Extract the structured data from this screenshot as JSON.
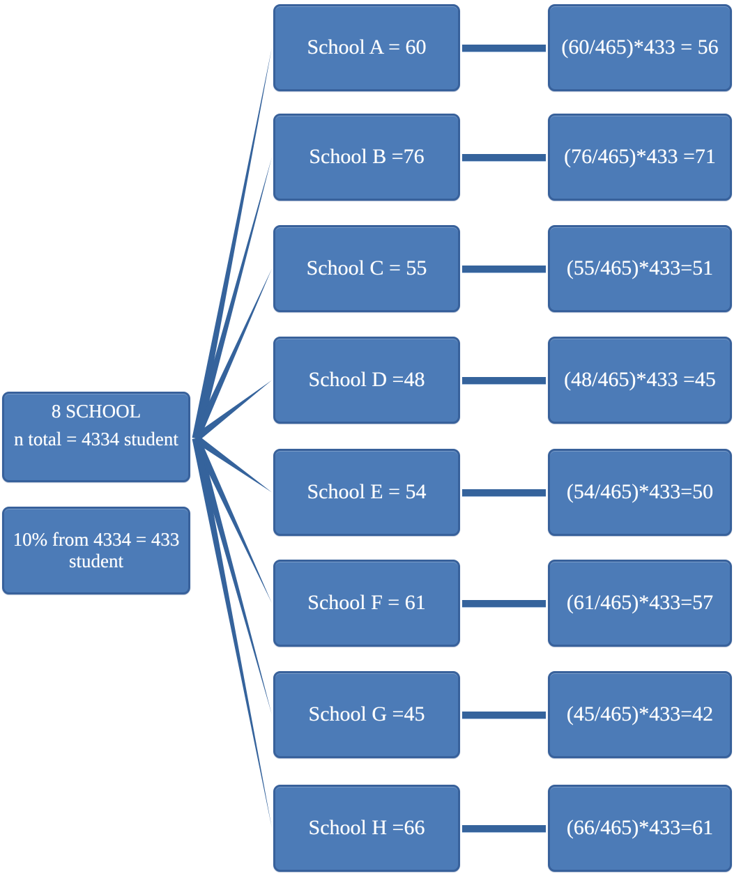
{
  "diagram": {
    "root": {
      "title": "8 SCHOOL",
      "subtitle": "n total = 4334 student"
    },
    "note": {
      "text": "10% from 4334 = 433 student"
    },
    "rows": [
      {
        "school": "School A = 60",
        "formula": "(60/465)*433 = 56"
      },
      {
        "school": "School B =76",
        "formula": "(76/465)*433 =71"
      },
      {
        "school": "School C = 55",
        "formula": "(55/465)*433=51"
      },
      {
        "school": "School D =48",
        "formula": "(48/465)*433 =45"
      },
      {
        "school": "School E = 54",
        "formula": "(54/465)*433=50"
      },
      {
        "school": "School F = 61",
        "formula": "(61/465)*433=57"
      },
      {
        "school": "School G =45",
        "formula": "(45/465)*433=42"
      },
      {
        "school": "School H =66",
        "formula": "(66/465)*433=61"
      }
    ],
    "colors": {
      "box_fill": "#4c7bb7",
      "box_border": "#38619b",
      "connector": "#35639c",
      "text": "#ffffff"
    }
  }
}
